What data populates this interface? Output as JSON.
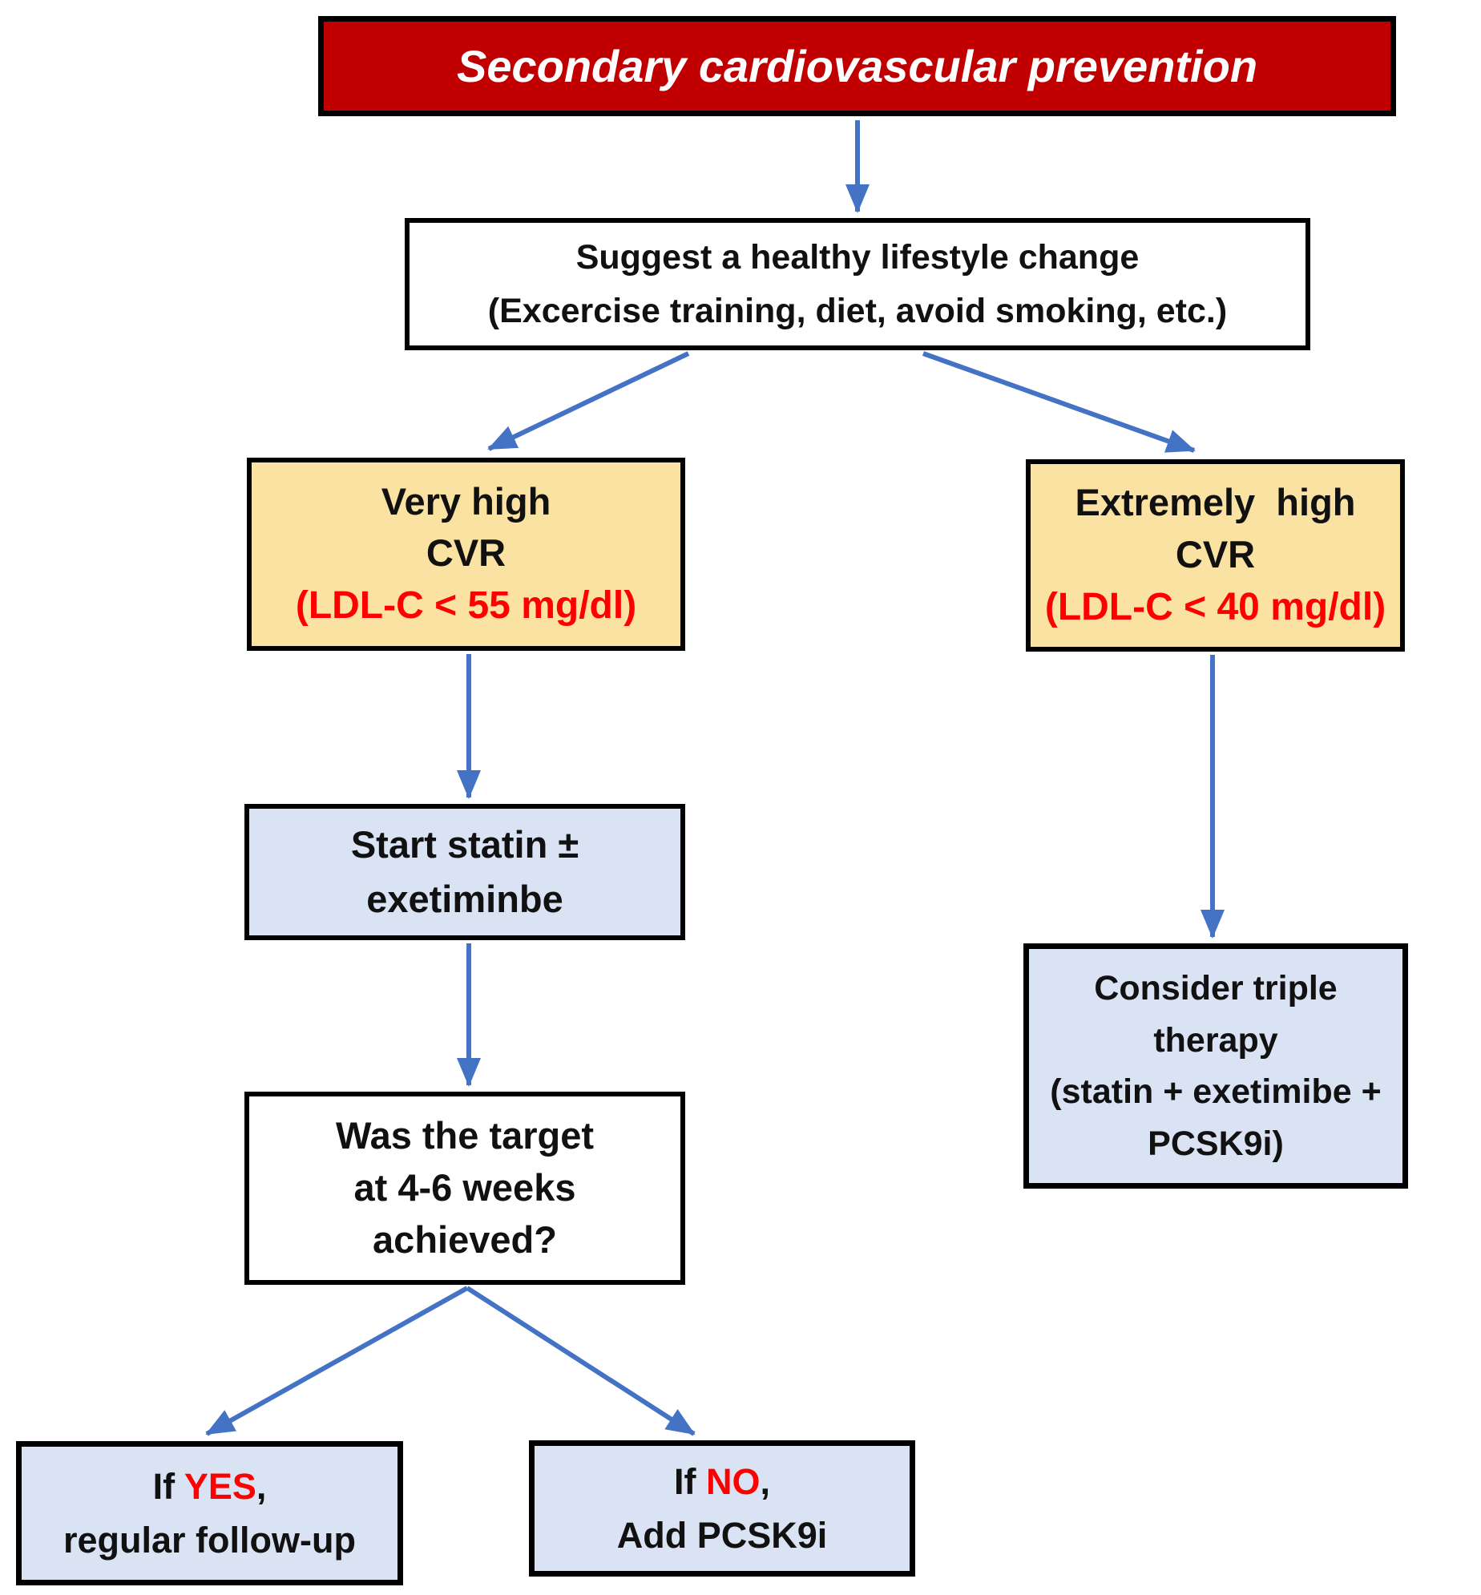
{
  "diagram": {
    "title": "Secondary cardiovascular prevention",
    "colors": {
      "banner_red": "#C00000",
      "emphasis_red": "#FF0000",
      "cvr_yellow": "#F9E2A2",
      "therapy_blue": "#DAE3F3",
      "arrow_blue": "#4472C4",
      "border_black": "#000000"
    },
    "boxes": {
      "lifestyle": {
        "text": "Suggest a healthy lifestyle change\n(Excercise training, diet, avoid smoking, etc.)"
      },
      "very_high_cvr": {
        "label": "Very high\nCVR",
        "ldl_target": "(LDL-C < 55 mg/dl)"
      },
      "extremely_high_cvr": {
        "label": "Extremely  high\nCVR",
        "ldl_target": "(LDL-C < 40 mg/dl)"
      },
      "start_statin": {
        "text": "Start statin ±\nexetiminbe"
      },
      "target_question": {
        "text": "Was the target\nat 4-6 weeks\nachieved?"
      },
      "if_yes": {
        "prefix": "If ",
        "answer": "YES",
        "suffix": ",\nregular follow-up"
      },
      "if_no": {
        "prefix": "If ",
        "answer": "NO",
        "suffix": ",\nAdd PCSK9i"
      },
      "triple_therapy": {
        "text": "Consider triple\ntherapy\n(statin + exetimibe +\nPCSK9i)"
      }
    }
  }
}
